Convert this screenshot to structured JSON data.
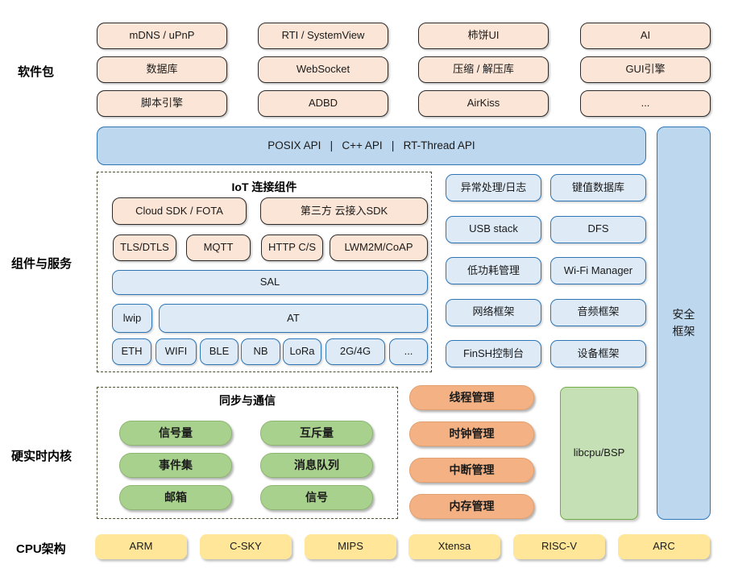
{
  "section_labels": {
    "packages": "软件包",
    "components": "组件与服务",
    "kernel": "硬实时内核",
    "cpu": "CPU架构"
  },
  "packages": {
    "rows": [
      [
        "mDNS / uPnP",
        "RTI / SystemView",
        "柿饼UI",
        "AI"
      ],
      [
        "数据库",
        "WebSocket",
        "压缩 / 解压库",
        "GUI引擎"
      ],
      [
        "脚本引擎",
        "ADBD",
        "AirKiss",
        "..."
      ]
    ]
  },
  "api_bar": {
    "label": "POSIX API   |   C++ API   |   RT-Thread API"
  },
  "security_bar": {
    "label": "安全框架"
  },
  "iot": {
    "title": "IoT 连接组件",
    "cloud_sdk": "Cloud SDK / FOTA",
    "third_party_sdk": "第三方 云接入SDK",
    "protocols": [
      "TLS/DTLS",
      "MQTT",
      "HTTP C/S",
      "LWM2M/CoAP"
    ],
    "sal": "SAL",
    "lwip": "lwip",
    "at": "AT",
    "links": [
      "ETH",
      "WIFI",
      "BLE",
      "NB",
      "LoRa",
      "2G/4G",
      "..."
    ]
  },
  "services": {
    "items": [
      "异常处理/日志",
      "键值数据库",
      "USB stack",
      "DFS",
      "低功耗管理",
      "Wi-Fi Manager",
      "网络框架",
      "音频框架",
      "FinSH控制台",
      "设备框架"
    ]
  },
  "kernel": {
    "sync_title": "同步与通信",
    "sync_items": [
      "信号量",
      "互斥量",
      "事件集",
      "消息队列",
      "邮箱",
      "信号"
    ],
    "managers": [
      "线程管理",
      "时钟管理",
      "中断管理",
      "内存管理"
    ],
    "libcpu": "libcpu/BSP"
  },
  "cpu_archs": [
    "ARM",
    "C-SKY",
    "MIPS",
    "Xtensa",
    "RISC-V",
    "ARC"
  ],
  "colors": {
    "peach_fill": "#FBE5D6",
    "peach_border": "#2B2B2B",
    "blue_fill_light": "#DEEBF7",
    "blue_fill_mid": "#BDD7EE",
    "blue_border": "#2E75B6",
    "green_pill_fill": "#A9D18E",
    "green_box_fill": "#C5E0B4",
    "green_box_border": "#70AD47",
    "orange_pill_fill": "#F4B183",
    "yellow_fill": "#FFE699",
    "dashed_border": "#4A5430"
  }
}
